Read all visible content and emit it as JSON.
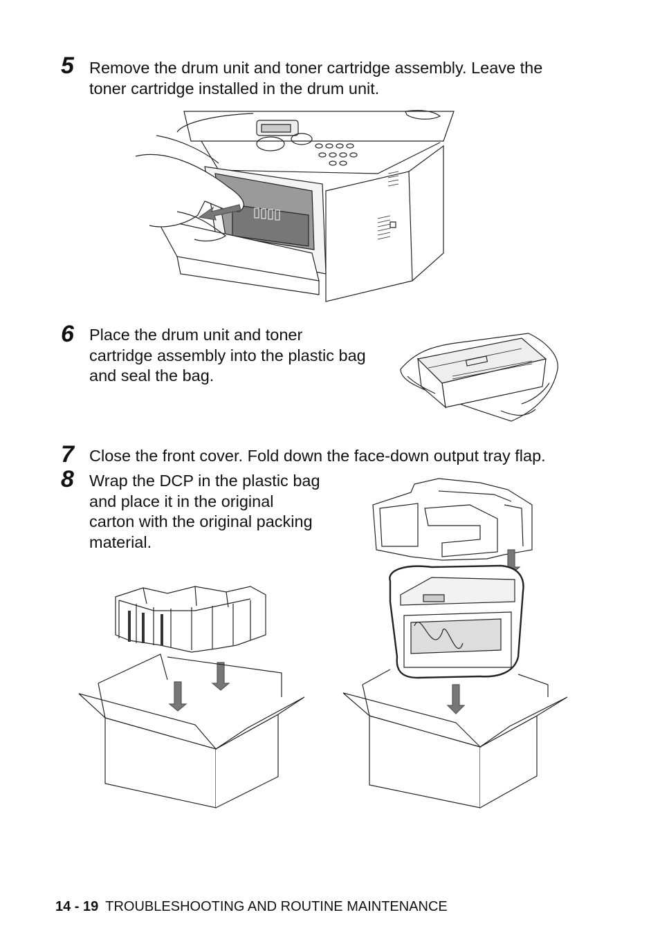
{
  "steps": [
    {
      "number": "5",
      "lines": [
        "Remove the drum unit and toner cartridge assembly. Leave the",
        "toner cartridge installed in the drum unit."
      ]
    },
    {
      "number": "6",
      "lines": [
        "Place the drum unit and toner",
        "cartridge assembly into the plastic bag",
        "and seal the bag."
      ]
    },
    {
      "number": "7",
      "lines": [
        "Close the front cover. Fold down the face-down output tray flap."
      ]
    },
    {
      "number": "8",
      "lines": [
        "Wrap the DCP in the plastic bag",
        "and place it in the original",
        "carton with the original packing",
        "material."
      ]
    }
  ],
  "footer": {
    "page": "14 - 19",
    "section": "TROUBLESHOOTING AND ROUTINE MAINTENANCE"
  }
}
